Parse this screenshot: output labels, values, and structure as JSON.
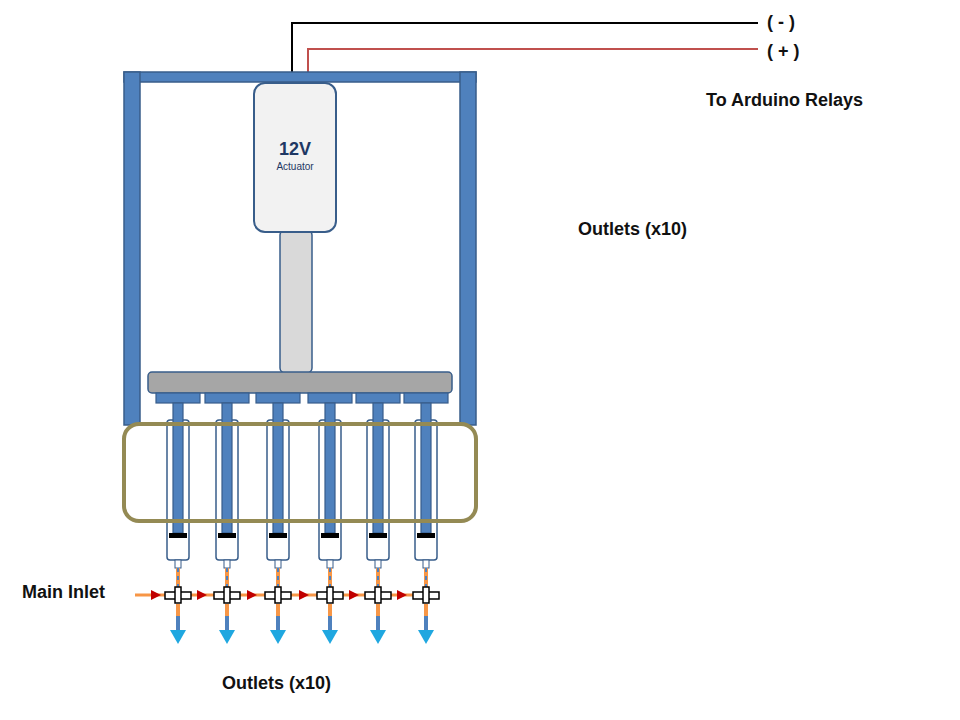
{
  "diagram": {
    "nodes": [
      {
        "text": [
          "12V",
          "Actuator"
        ]
      }
    ],
    "labels": [
      "( - )",
      "( + )",
      "To Arduino Relays",
      "Outlets (x10)",
      "Main Inlet",
      "Outlets (x10)"
    ]
  }
}
